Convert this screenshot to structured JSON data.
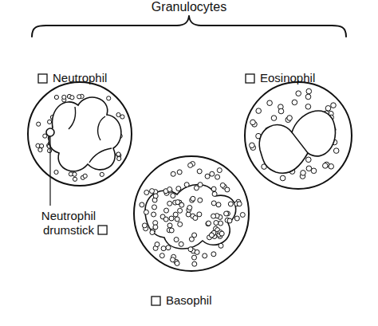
{
  "diagram": {
    "title": "Granulocytes",
    "labels": [
      "Neutrophil",
      "Eosinophil",
      "Neutrophil drumstick",
      "Basophil"
    ]
  }
}
